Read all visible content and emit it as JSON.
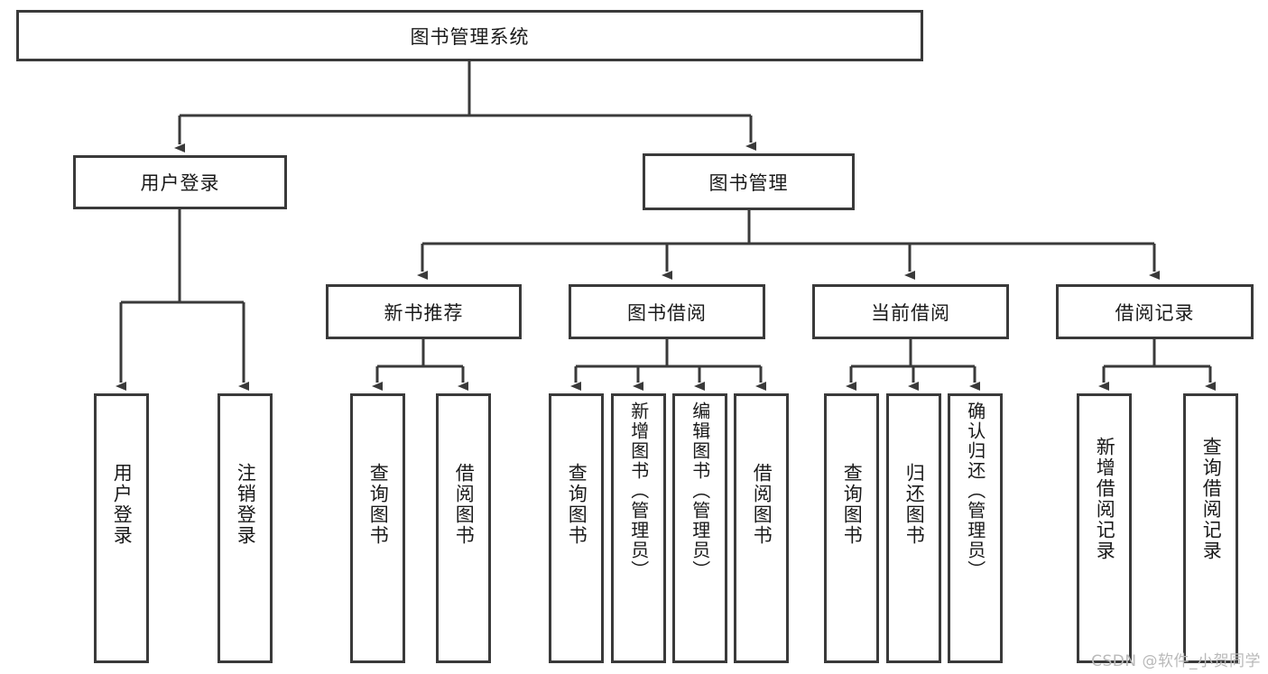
{
  "diagram": {
    "type": "tree-hierarchy",
    "title": "图书管理系统",
    "watermark": "CSDN @软件_小贺同学",
    "colors": {
      "border": "#3a3a3a",
      "background": "#ffffff",
      "text": "#1a1a1a",
      "connector": "#3a3a3a",
      "watermark": "#b9b9b9"
    },
    "nodes": {
      "root": {
        "label": "图书管理系统",
        "level": 1
      },
      "user_login": {
        "label": "用户登录",
        "level": 2
      },
      "book_manage": {
        "label": "图书管理",
        "level": 2
      },
      "new_book_rec": {
        "label": "新书推荐",
        "level": 3
      },
      "book_borrow": {
        "label": "图书借阅",
        "level": 3
      },
      "current_borrow": {
        "label": "当前借阅",
        "level": 3
      },
      "borrow_record": {
        "label": "借阅记录",
        "level": 3
      },
      "leaf_user_login": {
        "label": "用户登录",
        "level": 4
      },
      "leaf_logout": {
        "label": "注销登录",
        "level": 4
      },
      "leaf_query_book_a": {
        "label": "查询图书",
        "level": 4
      },
      "leaf_borrow_book_a": {
        "label": "借阅图书",
        "level": 4
      },
      "leaf_query_book_b": {
        "label": "查询图书",
        "level": 4
      },
      "leaf_add_book": {
        "label": "新增图书（管理员）",
        "level": 4
      },
      "leaf_edit_book": {
        "label": "编辑图书（管理员）",
        "level": 4
      },
      "leaf_borrow_book_b": {
        "label": "借阅图书",
        "level": 4
      },
      "leaf_query_book_c": {
        "label": "查询图书",
        "level": 4
      },
      "leaf_return_book": {
        "label": "归还图书",
        "level": 4
      },
      "leaf_confirm_return": {
        "label": "确认归还（管理员）",
        "level": 4
      },
      "leaf_add_record": {
        "label": "新增借阅记录",
        "level": 4
      },
      "leaf_query_record": {
        "label": "查询借阅记录",
        "level": 4
      }
    },
    "edges": [
      {
        "from": "root",
        "to": "user_login"
      },
      {
        "from": "root",
        "to": "book_manage"
      },
      {
        "from": "book_manage",
        "to": "new_book_rec"
      },
      {
        "from": "book_manage",
        "to": "book_borrow"
      },
      {
        "from": "book_manage",
        "to": "current_borrow"
      },
      {
        "from": "book_manage",
        "to": "borrow_record"
      },
      {
        "from": "user_login",
        "to": "leaf_user_login"
      },
      {
        "from": "user_login",
        "to": "leaf_logout"
      },
      {
        "from": "new_book_rec",
        "to": "leaf_query_book_a"
      },
      {
        "from": "new_book_rec",
        "to": "leaf_borrow_book_a"
      },
      {
        "from": "book_borrow",
        "to": "leaf_query_book_b"
      },
      {
        "from": "book_borrow",
        "to": "leaf_add_book"
      },
      {
        "from": "book_borrow",
        "to": "leaf_edit_book"
      },
      {
        "from": "book_borrow",
        "to": "leaf_borrow_book_b"
      },
      {
        "from": "current_borrow",
        "to": "leaf_query_book_c"
      },
      {
        "from": "current_borrow",
        "to": "leaf_return_book"
      },
      {
        "from": "current_borrow",
        "to": "leaf_confirm_return"
      },
      {
        "from": "borrow_record",
        "to": "leaf_add_record"
      },
      {
        "from": "borrow_record",
        "to": "leaf_query_record"
      }
    ]
  }
}
